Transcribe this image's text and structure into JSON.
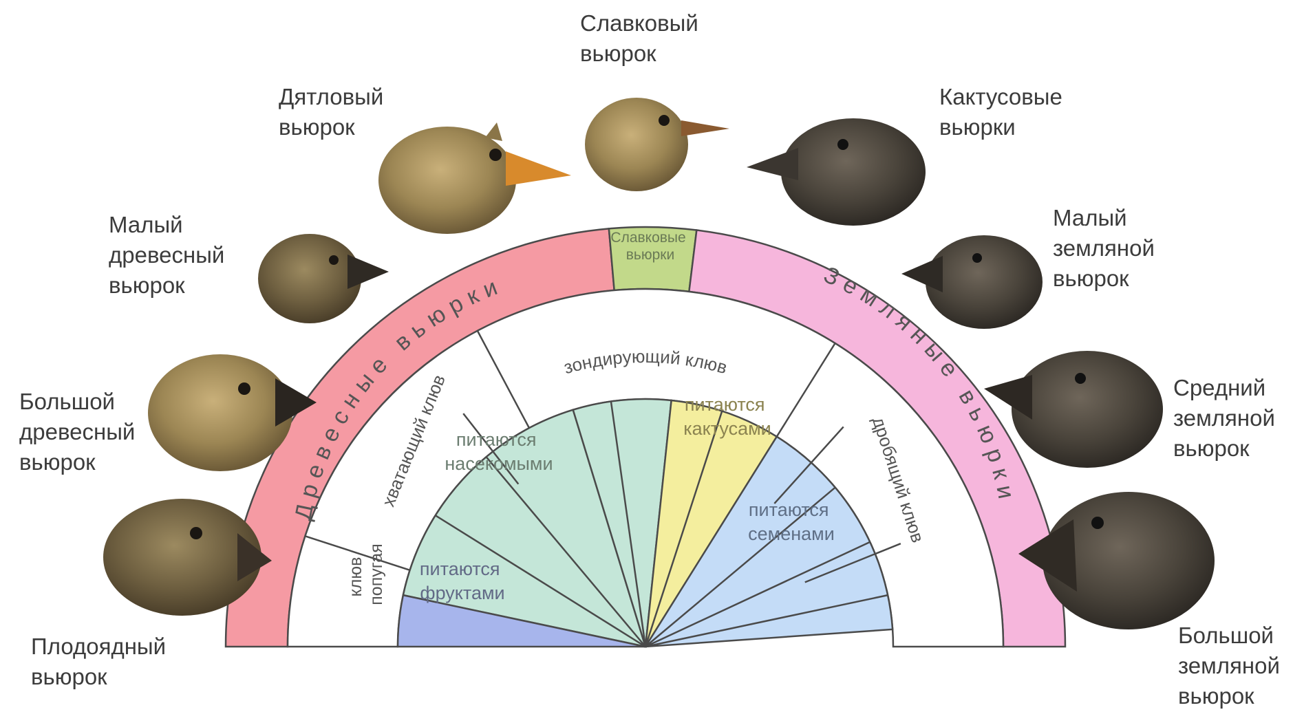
{
  "birds": {
    "slavkovyi": "Славковый\nвьюрок",
    "dyatlovyi": "Дятловый\nвьюрок",
    "kaktusovye": "Кактусовые\nвьюрки",
    "malyi_drevesnyi": "Малый\nдревесный\nвьюрок",
    "malyi_zemlyanoi": "Малый\nземляной\nвьюрок",
    "bolshoi_drevesnyi": "Большой\nдревесный\nвьюрок",
    "srednii_zemlyanoi": "Средний\nземляной\nвьюрок",
    "plodoyadnyi": "Плодоядный\nвьюрок",
    "bolshoi_zemlyanoi": "Большой\nземляной\nвьюрок"
  },
  "groups": {
    "drevesnye": "Древесные вьюрки",
    "slavkovye_line1": "Славковые",
    "slavkovye_line2": "вьюрки",
    "zemlyanye": "Земляные вьюрки"
  },
  "beaks": {
    "papugaya_line1": "клюв",
    "papugaya_line2": "попугая",
    "hvatayushchii": "хватающий клюв",
    "zondiruyushchii": "зондирующий клюв",
    "droblyashchii": "дробящий клюв"
  },
  "diets": {
    "fruits_line1": "питаются",
    "fruits_line2": "фруктами",
    "insects_line1": "питаются",
    "insects_line2": "насекомыми",
    "cactus_line1": "питаются",
    "cactus_line2": "кактусами",
    "seeds_line1": "питаются",
    "seeds_line2": "семенами"
  },
  "colors": {
    "drevesnye_band": "#f59aa3",
    "slavkovye_band": "#c2d98a",
    "zemlyanye_band": "#f6b6dc",
    "insects": "#c4e6d8",
    "fruits": "#a7b5ec",
    "cactus": "#f4ee9e",
    "seeds": "#c4dcf7",
    "outline": "#4a4a4a"
  }
}
